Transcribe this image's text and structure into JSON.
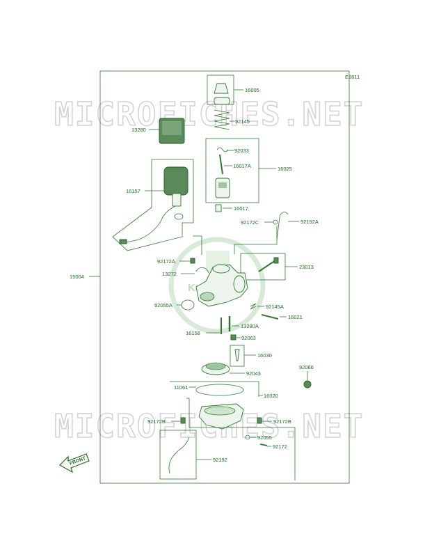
{
  "diagram_id": "E1611",
  "watermark": "MICROFICHES.NET",
  "logo_text": "Kawasaki",
  "front_label": "FRONT",
  "parts": {
    "p16005": "16005",
    "p13280": "13280",
    "p92145": "92145",
    "p92033": "92033",
    "p16017A": "16017A",
    "p16025": "16025",
    "p16157": "16157",
    "p16017": "16017",
    "p92172C": "92172C",
    "p92192A": "92192A",
    "p15004": "15004",
    "p92172A": "92172A",
    "p13272": "13272",
    "p23013": "23013",
    "p92055A": "92055A",
    "p92145A": "92145A",
    "p16021": "16021",
    "p13280A": "13280A",
    "p16158": "16158",
    "p92063": "92063",
    "p16030": "16030",
    "p92066": "92066",
    "p92043": "92043",
    "p11061": "11061",
    "p16020": "16020",
    "p92172B_left": "92172B",
    "p92172B_right": "92172B",
    "p92055": "92055",
    "p92172": "92172",
    "p92192": "92192"
  }
}
